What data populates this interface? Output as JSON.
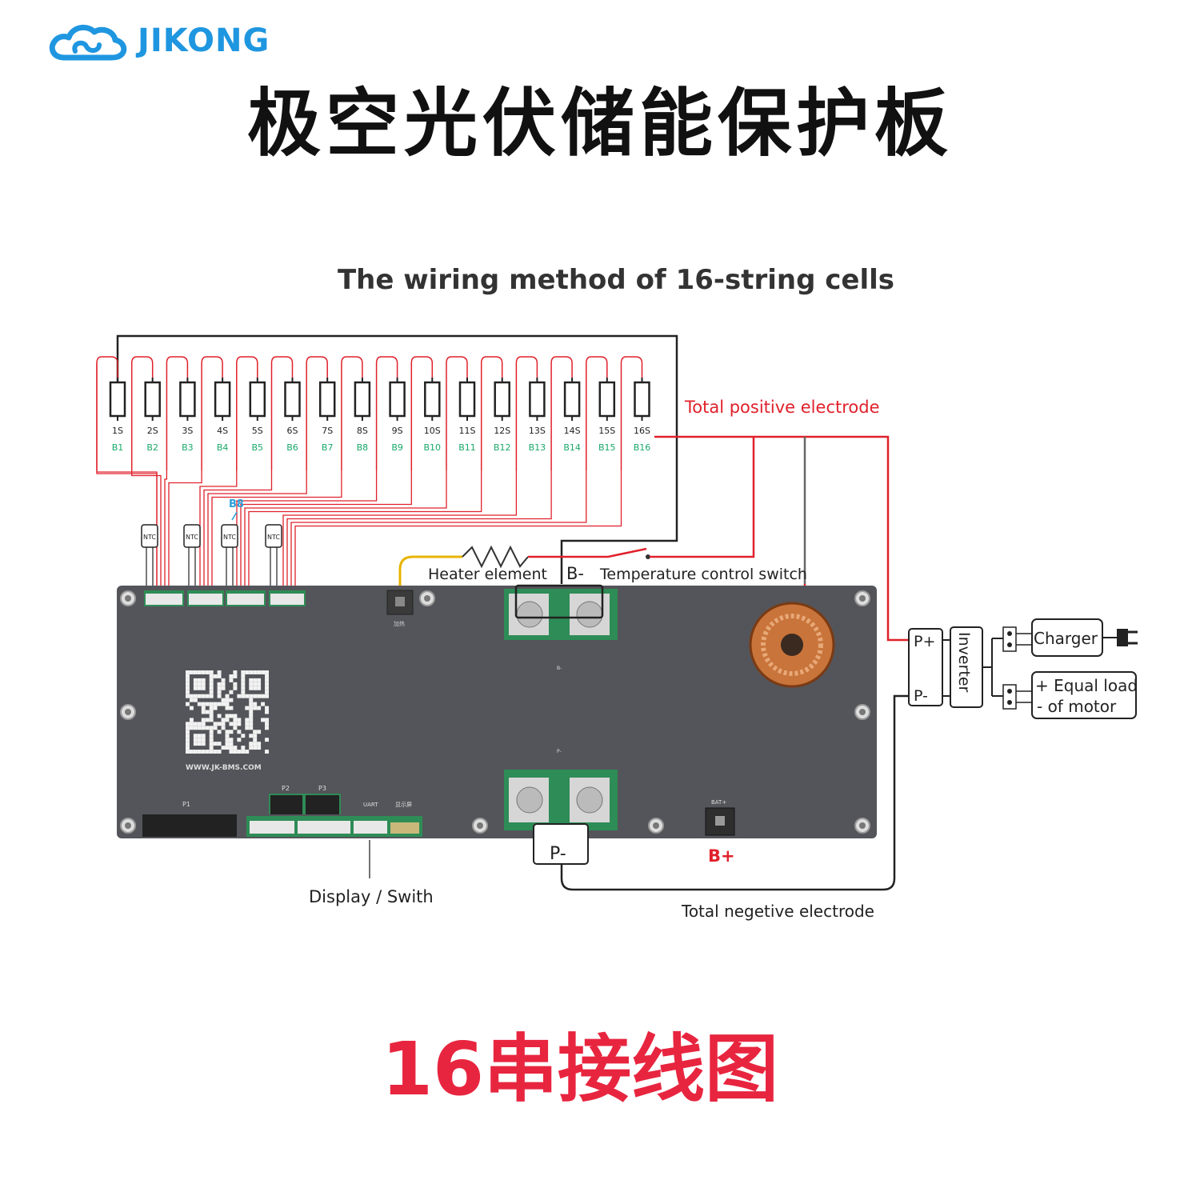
{
  "brand": {
    "name": "JIKONG",
    "color": "#1f96e0"
  },
  "title_cn": "极空光伏储能保护板",
  "diagram": {
    "title": "The wiring method of 16-string cells",
    "cells": [
      {
        "s": "1S",
        "b": "B1"
      },
      {
        "s": "2S",
        "b": "B2"
      },
      {
        "s": "3S",
        "b": "B3"
      },
      {
        "s": "4S",
        "b": "B4"
      },
      {
        "s": "5S",
        "b": "B5"
      },
      {
        "s": "6S",
        "b": "B6"
      },
      {
        "s": "7S",
        "b": "B7"
      },
      {
        "s": "8S",
        "b": "B8"
      },
      {
        "s": "9S",
        "b": "B9"
      },
      {
        "s": "10S",
        "b": "B10"
      },
      {
        "s": "11S",
        "b": "B11"
      },
      {
        "s": "12S",
        "b": "B12"
      },
      {
        "s": "13S",
        "b": "B13"
      },
      {
        "s": "14S",
        "b": "B14"
      },
      {
        "s": "15S",
        "b": "B15"
      },
      {
        "s": "16S",
        "b": "B16"
      }
    ],
    "ntc_label": "NTC",
    "b8_label": "B8",
    "labels": {
      "total_positive": "Total positive electrode",
      "heater": "Heater element",
      "b_minus": "B-",
      "temp_switch": "Temperature control switch",
      "p_plus": "P+",
      "p_minus": "P-",
      "inverter": "Inverter",
      "charger": "Charger",
      "equal_load_1": "+ Equal load",
      "equal_load_2": "- of motor",
      "b_plus": "B+",
      "p_minus_terminal": "P-",
      "display_switch": "Display / Swith",
      "total_negative": "Total negetive electrode"
    },
    "board": {
      "website": "WWW.JK-BMS.COM",
      "p1": "P1",
      "p2": "P2",
      "p3": "P3",
      "uart": "UART",
      "display_port": "显示屏",
      "heater_port": "加热",
      "bat_plus": "BAT+",
      "b_minus_small": "B-",
      "p_minus_small": "P-"
    },
    "colors": {
      "red_wire": "#e0212b",
      "green_label": "#1aa86a",
      "blue_label": "#2a9fd8",
      "board": "#54555a",
      "heater_wire": "#e8b400"
    }
  },
  "bottom_title": "16串接线图"
}
